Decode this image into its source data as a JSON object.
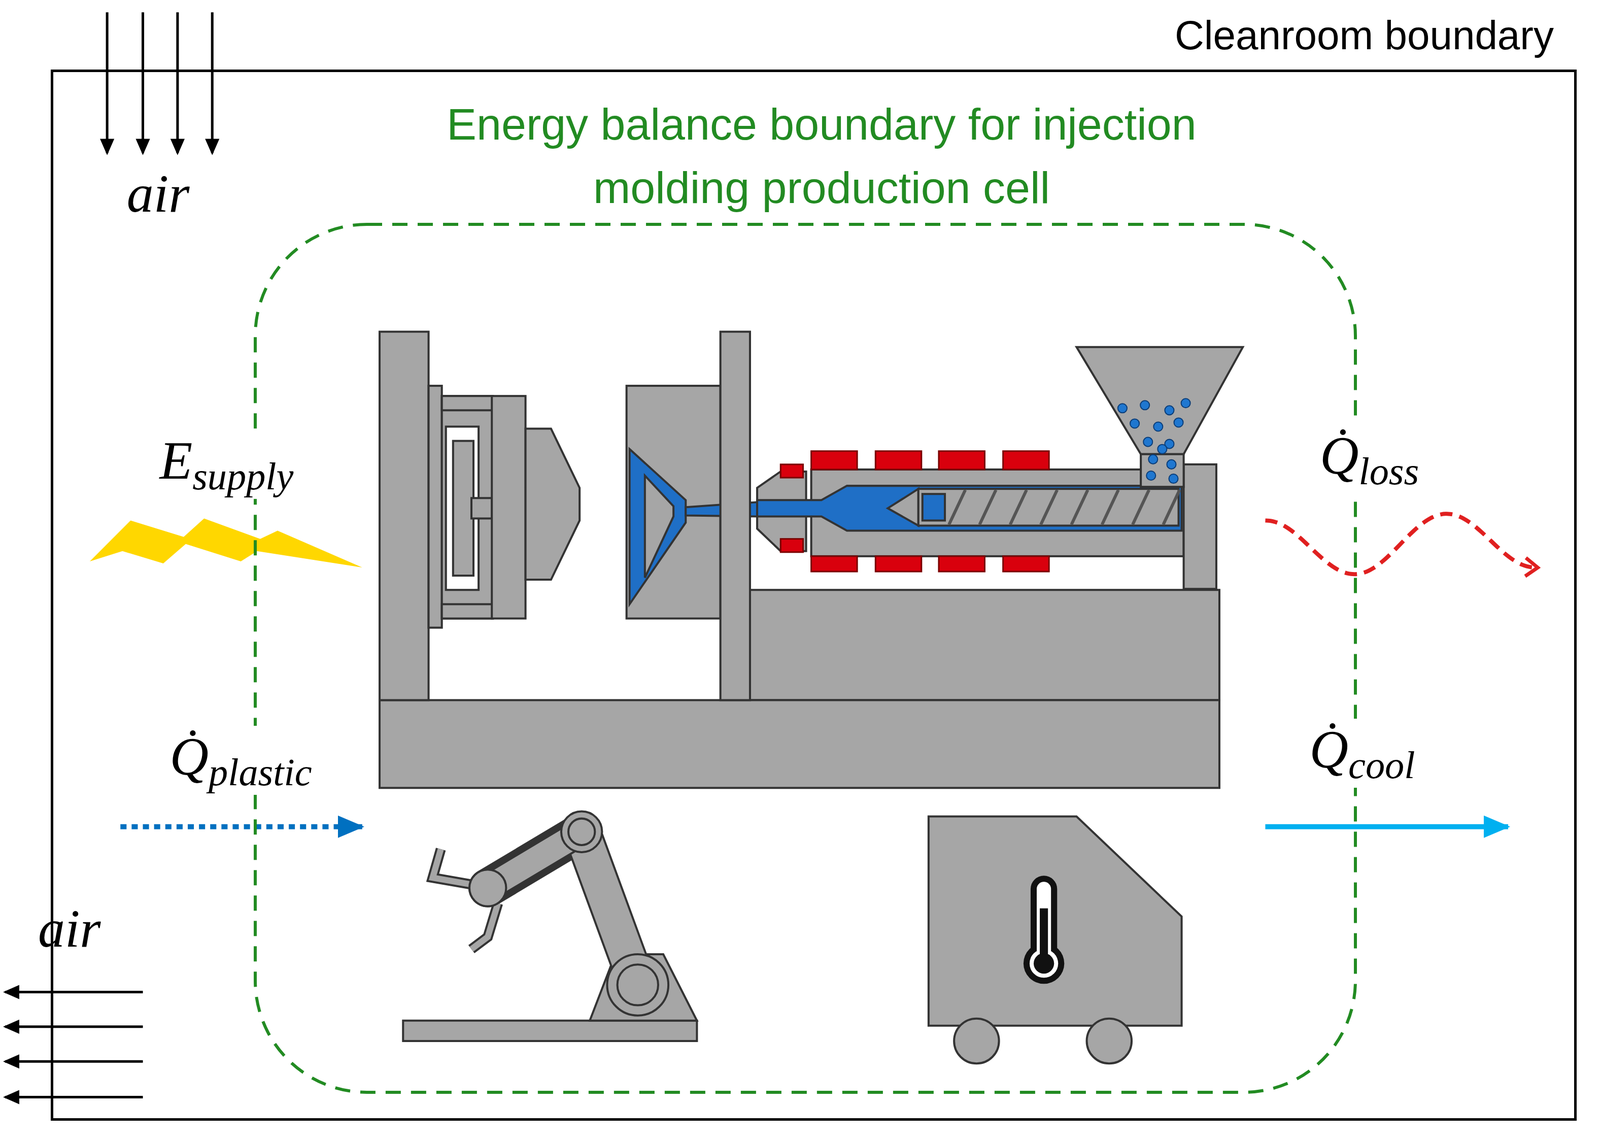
{
  "diagram": {
    "nodes": [
      {
        "text": [
          "Cleanroom boundary"
        ]
      },
      {
        "text": [
          "Energy balance boundary for injection molding production cell"
        ],
        "in": 0
      }
    ],
    "labels": [
      "air",
      "Esupply",
      "Q̇loss",
      "Q̇plastic",
      "Q̇cool",
      "air"
    ]
  }
}
